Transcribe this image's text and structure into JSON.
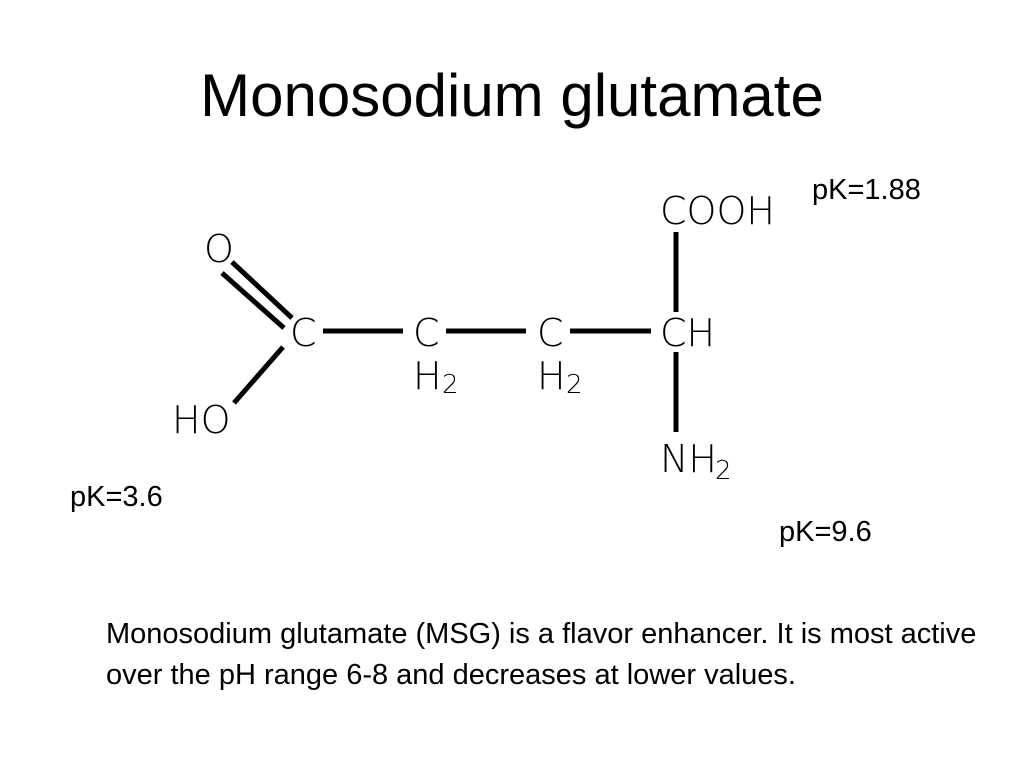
{
  "slide": {
    "title": "Monosodium glutamate",
    "caption": "Monosodium glutamate (MSG) is a flavor enhancer. It is most active over the pH range 6-8 and decreases at lower values."
  },
  "pk_labels": [
    "pK=1.88",
    "pK=3.6",
    "pK=9.6"
  ],
  "structure": {
    "carbonyl_oxygen": "O",
    "hydroxyl": "HO",
    "carboxyl_carbon": "C",
    "methylene_1_carbon": "C",
    "methylene_1_hydrogens": "H",
    "methylene_1_subscript": "2",
    "methylene_2_carbon": "C",
    "methylene_2_hydrogens": "H",
    "methylene_2_subscript": "2",
    "alpha_carbon": "CH",
    "alpha_carboxyl": "COOH",
    "amino_group": "NH",
    "amino_subscript": "2"
  },
  "colors": {
    "text": "#000000",
    "background": "#ffffff"
  }
}
